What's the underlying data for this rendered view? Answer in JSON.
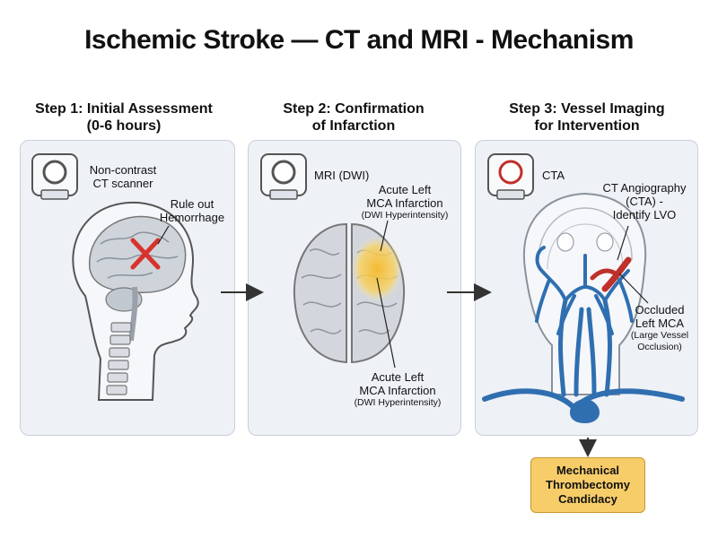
{
  "title": "Ischemic Stroke — CT and MRI - Mechanism",
  "steps": [
    {
      "heading_line1": "Step 1: Initial Assessment",
      "heading_line2": "(0-6 hours)",
      "scanner_label_line1": "Non-contrast",
      "scanner_label_line2": "CT scanner",
      "annotation_line1": "Rule out",
      "annotation_line2": "Hemorrhage"
    },
    {
      "heading_line1": "Step 2: Confirmation",
      "heading_line2": "of Infarction",
      "scanner_label": "MRI (DWI)",
      "annotation_top_line1": "Acute Left",
      "annotation_top_line2": "MCA Infarction",
      "annotation_top_detail": "(DWI Hyperintensity)",
      "annotation_bottom_line1": "Acute Left",
      "annotation_bottom_line2": "MCA Infarction",
      "annotation_bottom_detail": "(DWI Hyperintensity)"
    },
    {
      "heading_line1": "Step 3: Vessel Imaging",
      "heading_line2": "for Intervention",
      "scanner_label": "CTA",
      "annotation_top_line1": "CT Angiography",
      "annotation_top_line2": "(CTA) -",
      "annotation_top_line3": "Identify LVO",
      "annotation_bottom_line1": "Occluded",
      "annotation_bottom_line2": "Left MCA",
      "annotation_bottom_detail_line1": "(Large Vessel",
      "annotation_bottom_detail_line2": "Occlusion)"
    }
  ],
  "outcome": {
    "line1": "Mechanical",
    "line2": "Thrombectomy",
    "line3": "Candidacy"
  },
  "colors": {
    "panel_bg": "#eef1f6",
    "infarct_highlight": "#f6c842",
    "occlusion_red": "#c0302a",
    "vessel_blue": "#2f6fb0",
    "outcome_fill": "#f7cd6a"
  }
}
